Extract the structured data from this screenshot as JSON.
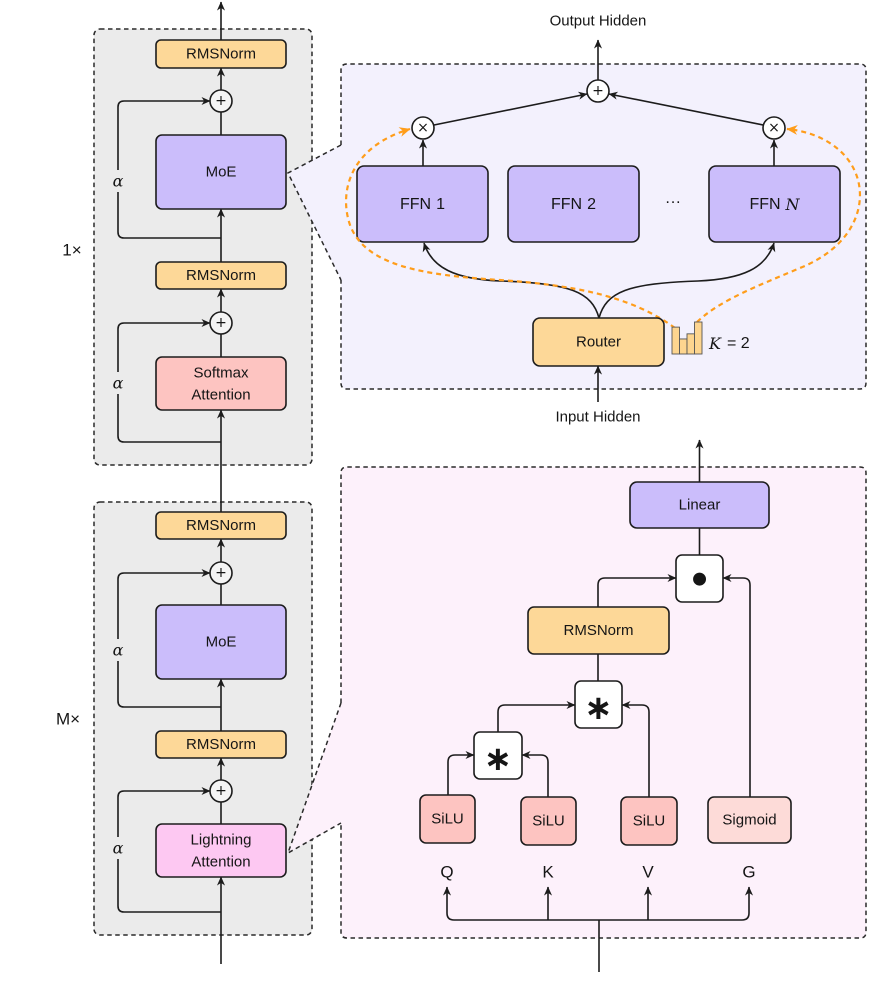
{
  "colors": {
    "block_background": "#ebebeb",
    "rmsnorm": "#fdd898",
    "moe": "#cbbdfb",
    "linear": "#cbbdfb",
    "softmax_attention": "#fdc4c1",
    "lightning_attention": "#fdc8f2",
    "silu": "#fdc4c1",
    "sigmoid": "#fddbd8",
    "moe_panel": "#f3f1fd",
    "lightning_panel": "#fdf1fb",
    "routing_path": "#ff9d1a",
    "op_box": "#ffffff",
    "op_circle": "#f4f4f4",
    "router_bars": "#fdd58f"
  },
  "backbone": {
    "blocks": [
      {
        "repeat_label": "1×",
        "top_norm": "RMSNorm",
        "add_op": "+",
        "ffn_label": "MoE",
        "mid_norm": "RMSNorm",
        "attention_lines": [
          "Softmax",
          "Attention"
        ],
        "residual_scale": "α"
      },
      {
        "repeat_label": "M×",
        "top_norm": "RMSNorm",
        "add_op": "+",
        "ffn_label": "MoE",
        "mid_norm": "RMSNorm",
        "attention_lines": [
          "Lightning",
          "Attention"
        ],
        "residual_scale": "α"
      }
    ]
  },
  "moe_detail": {
    "output_label": "Output Hidden",
    "input_label": "Input Hidden",
    "sum_op": "+",
    "scale_op": "×",
    "experts": [
      {
        "prefix": "FFN",
        "index": "1"
      },
      {
        "prefix": "FFN",
        "index": "2"
      },
      {
        "prefix": "FFN",
        "index": "N"
      }
    ],
    "ellipsis": "···",
    "router_label": "Router",
    "top_k": {
      "symbol": "K",
      "value": "= 2"
    },
    "router_score_icon": [
      0.84,
      0.47,
      0.63,
      1.0
    ]
  },
  "lightning_detail": {
    "output_projection": "Linear",
    "gate_op": "●",
    "norm": "RMSNorm",
    "mul_op": "∗",
    "activations": [
      "SiLU",
      "SiLU",
      "SiLU",
      "Sigmoid"
    ],
    "inputs": [
      "Q",
      "K",
      "V",
      "G"
    ]
  }
}
